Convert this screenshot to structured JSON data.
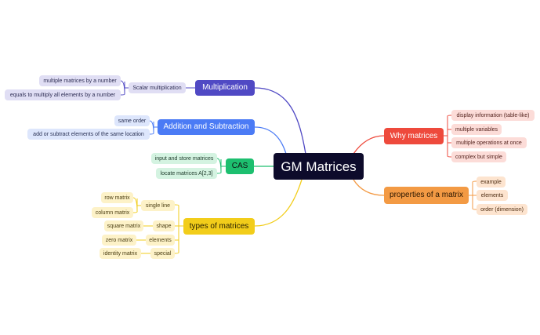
{
  "root": {
    "label": "GM Matrices"
  },
  "colors": {
    "purple": "#5049c4",
    "blue": "#4b7bf5",
    "green": "#1dbf6f",
    "yellow": "#f2cd1a",
    "red": "#ee4a3c",
    "orange": "#f39a44"
  },
  "branches": {
    "multiplication": {
      "label": "Multiplication",
      "scalar": "Scalar multiplication",
      "multiple_matrices": "multiple matrices by a number",
      "equals_all": "equals to multiply all elements by a number"
    },
    "addition": {
      "label": "Addition and Subtraction",
      "same_order": "same order",
      "add_subtract": "add or subtract elements of the same location"
    },
    "cas": {
      "label": "CAS",
      "input_store": "input and store matrices",
      "locate": "locate matrices A[2,3]"
    },
    "types": {
      "label": "types of matrices",
      "single_line": "single line",
      "row_matrix": "row matrix",
      "column_matrix": "column matrix",
      "shape": "shape",
      "square_matrix": "square matrix",
      "elements": "elements",
      "zero_matrix": "zero matrix",
      "special": "special",
      "identity_matrix": "identity matrix"
    },
    "why": {
      "label": "Why matrices",
      "display_info": "display information (table-like)",
      "multiple_variables": "multiple variables",
      "multiple_operations": "multiple operations at once",
      "complex_simple": "complex but simple"
    },
    "properties": {
      "label": "properties of a matrix",
      "example": "example",
      "elements": "elements",
      "order": "order (dimension)"
    }
  }
}
